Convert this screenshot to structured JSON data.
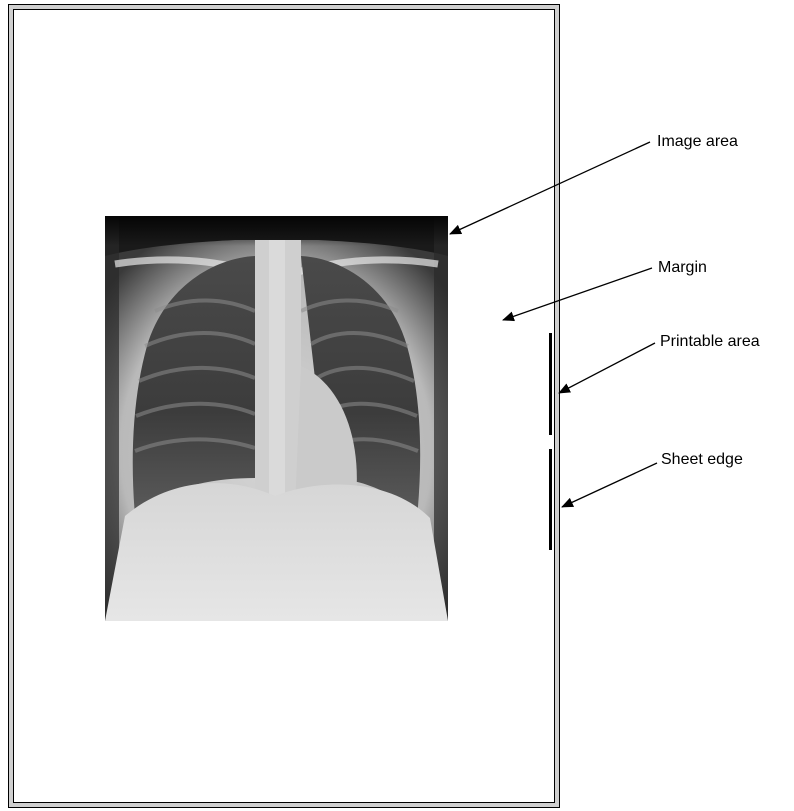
{
  "labels": {
    "image_area": "Image area",
    "margin": "Margin",
    "printable_area": "Printable area",
    "sheet_edge": "Sheet edge"
  },
  "image": {
    "subject": "chest x-ray",
    "icon": "xray-image"
  },
  "colors": {
    "line": "#000000",
    "sheet_band": "#cfcfcf",
    "background": "#ffffff"
  }
}
